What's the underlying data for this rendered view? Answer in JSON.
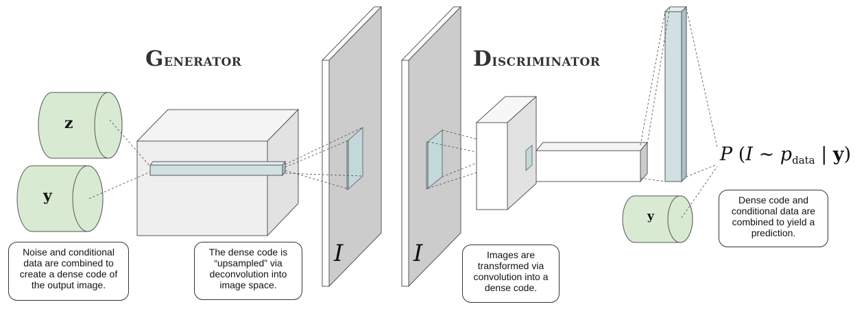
{
  "diagram": {
    "generator_heading": {
      "first": "G",
      "rest": "enerator"
    },
    "discriminator_heading": {
      "first": "D",
      "rest": "iscriminator"
    },
    "noise_label": "z",
    "condition_label": "y",
    "condition_label_discriminator": "y",
    "image_label_generated": "I",
    "image_label_input": "I",
    "formula": {
      "prefix": "P",
      "open": "(",
      "var": "I",
      "sim": "∼",
      "p": "p",
      "sub": "data",
      "bar": "|",
      "cond": "y",
      "close": ")"
    },
    "captions": {
      "noise": [
        "Noise and conditional",
        "data are combined to",
        "create a dense code of",
        "the output image."
      ],
      "upsample": [
        "The dense code is",
        "“upsampled” via",
        "deconvolution into",
        "image space."
      ],
      "convolution": [
        "Images are",
        "transformed via",
        "convolution into a",
        "dense code."
      ],
      "prediction": [
        "Dense code and",
        "conditional data are",
        "combined to yield a",
        "prediction."
      ]
    },
    "colors": {
      "cylinder_fill": "#d9ead3",
      "cube_front": "#efefef",
      "cube_side": "#e2e2e2",
      "plane_fill": "#cccccc",
      "code_fill": "#d0e0e3",
      "code_dark": "#a9c3c7",
      "stroke": "#555555",
      "heading": "#333333"
    }
  }
}
